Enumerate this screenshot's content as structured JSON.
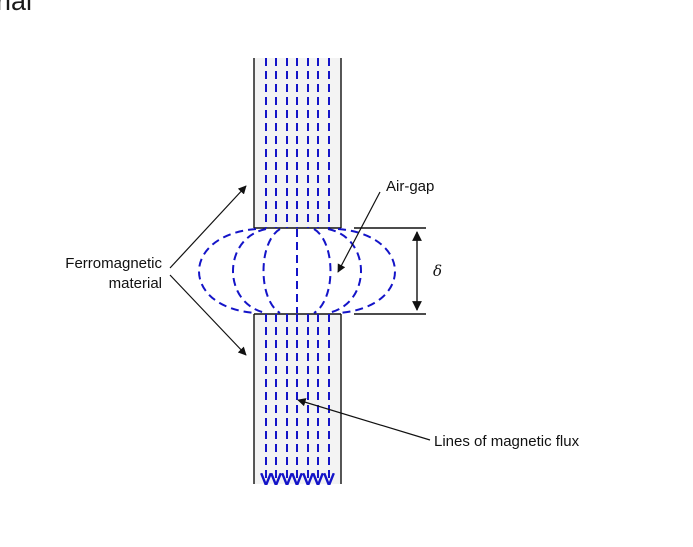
{
  "header": {
    "cropped_title": "rial"
  },
  "diagram": {
    "labels": {
      "material_line1": "Ferromagnetic",
      "material_line2": "material",
      "air_gap": "Air-gap",
      "gap_length": "δ",
      "flux": "Lines of magnetic flux"
    },
    "colors": {
      "flux": "#1414c8",
      "core_fill": "#f3f3f3",
      "ink": "#111111"
    }
  }
}
